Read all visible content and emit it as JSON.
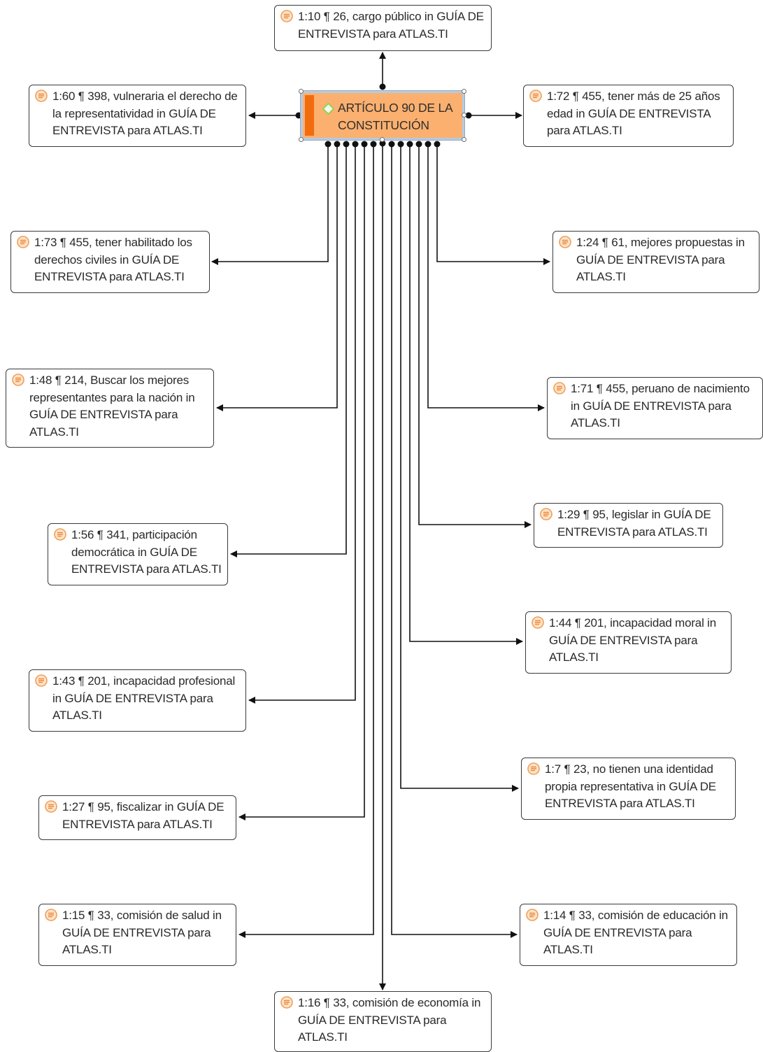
{
  "colors": {
    "code_fill": "#fbb06f",
    "code_bar": "#f26b0f",
    "code_border": "#b4cbe3",
    "quote_icon": "#f0a05a",
    "diamond": "#8fd05a",
    "edge": "#111111"
  },
  "code": {
    "label": "ARTÍCULO 90 DE LA CONSTITUCIÓN",
    "icon": "diamond-icon"
  },
  "quotes": [
    {
      "id": "q-1-10",
      "text": "1:10 ¶ 26, cargo público in GUÍA DE ENTREVISTA  para ATLAS.TI",
      "icon": "quotation-icon"
    },
    {
      "id": "q-1-60",
      "text": "1:60 ¶ 398, vulneraria el derecho de la representatividad in GUÍA DE ENTREVISTA  para ATLAS.TI",
      "icon": "quotation-icon"
    },
    {
      "id": "q-1-72",
      "text": "1:72 ¶ 455, tener más de 25 años edad in GUÍA DE ENTREVISTA  para ATLAS.TI",
      "icon": "quotation-icon"
    },
    {
      "id": "q-1-73",
      "text": "1:73 ¶ 455, tener habilitado los derechos civiles in GUÍA DE ENTREVISTA  para ATLAS.TI",
      "icon": "quotation-icon"
    },
    {
      "id": "q-1-24",
      "text": "1:24 ¶ 61, mejores propuestas in GUÍA DE ENTREVISTA  para ATLAS.TI",
      "icon": "quotation-icon"
    },
    {
      "id": "q-1-48",
      "text": "1:48 ¶ 214, Buscar los mejores representantes para la nación in GUÍA DE ENTREVISTA  para ATLAS.TI",
      "icon": "quotation-icon"
    },
    {
      "id": "q-1-71",
      "text": "1:71 ¶ 455, peruano de nacimiento in GUÍA DE ENTREVISTA  para ATLAS.TI",
      "icon": "quotation-icon"
    },
    {
      "id": "q-1-56",
      "text": "1:56 ¶ 341, participación democrática in GUÍA DE ENTREVISTA  para ATLAS.TI",
      "icon": "quotation-icon"
    },
    {
      "id": "q-1-29",
      "text": "1:29 ¶ 95, legislar in GUÍA DE ENTREVISTA  para ATLAS.TI",
      "icon": "quotation-icon"
    },
    {
      "id": "q-1-44",
      "text": "1:44 ¶ 201, incapacidad moral in GUÍA DE ENTREVISTA  para ATLAS.TI",
      "icon": "quotation-icon"
    },
    {
      "id": "q-1-43",
      "text": "1:43 ¶ 201, incapacidad profesional in GUÍA DE ENTREVISTA  para ATLAS.TI",
      "icon": "quotation-icon"
    },
    {
      "id": "q-1-7",
      "text": "1:7 ¶ 23, no tienen una identidad propia representativa in GUÍA DE ENTREVISTA  para ATLAS.TI",
      "icon": "quotation-icon"
    },
    {
      "id": "q-1-27",
      "text": "1:27 ¶ 95, fiscalizar in GUÍA DE ENTREVISTA  para ATLAS.TI",
      "icon": "quotation-icon"
    },
    {
      "id": "q-1-15",
      "text": "1:15 ¶ 33, comisión de salud in GUÍA DE ENTREVISTA  para ATLAS.TI",
      "icon": "quotation-icon"
    },
    {
      "id": "q-1-14",
      "text": "1:14 ¶ 33, comisión de educación in GUÍA DE ENTREVISTA  para ATLAS.TI",
      "icon": "quotation-icon"
    },
    {
      "id": "q-1-16",
      "text": "1:16 ¶ 33, comisión de  economía in GUÍA DE ENTREVISTA  para ATLAS.TI",
      "icon": "quotation-icon"
    }
  ]
}
